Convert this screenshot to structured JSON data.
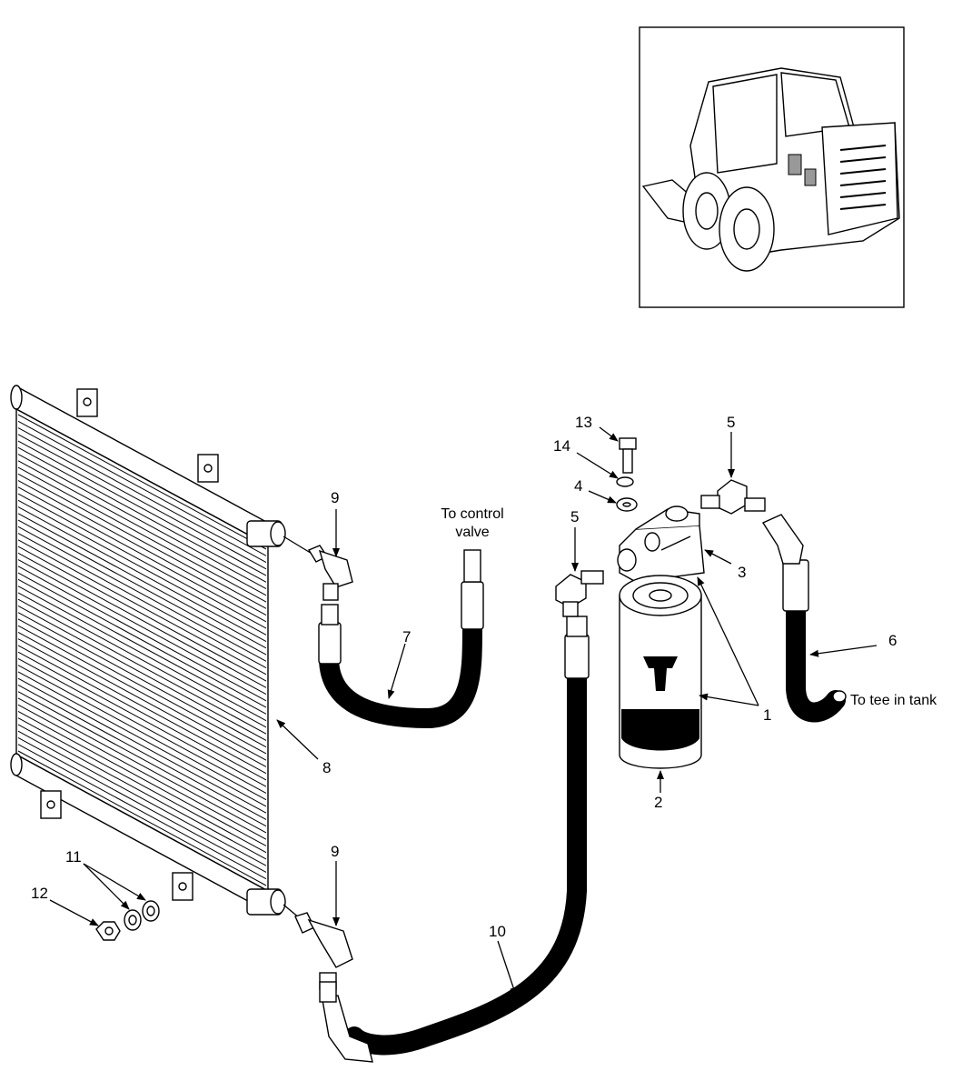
{
  "labels": {
    "p1": "1",
    "p2": "2",
    "p3": "3",
    "p4": "4",
    "p5a": "5",
    "p5b": "5",
    "p6": "6",
    "p7": "7",
    "p8": "8",
    "p9a": "9",
    "p9b": "9",
    "p10": "10",
    "p11": "11",
    "p12": "12",
    "p13": "13",
    "p14": "14"
  },
  "notes": {
    "to_control_line1": "To control",
    "to_control_line2": "valve",
    "to_tee": "To tee in tank"
  },
  "icons": {
    "inset": "skid-steer-loader-icon",
    "arrow": "arrow-head"
  },
  "colors": {
    "ink": "#000000",
    "paper": "#ffffff"
  }
}
